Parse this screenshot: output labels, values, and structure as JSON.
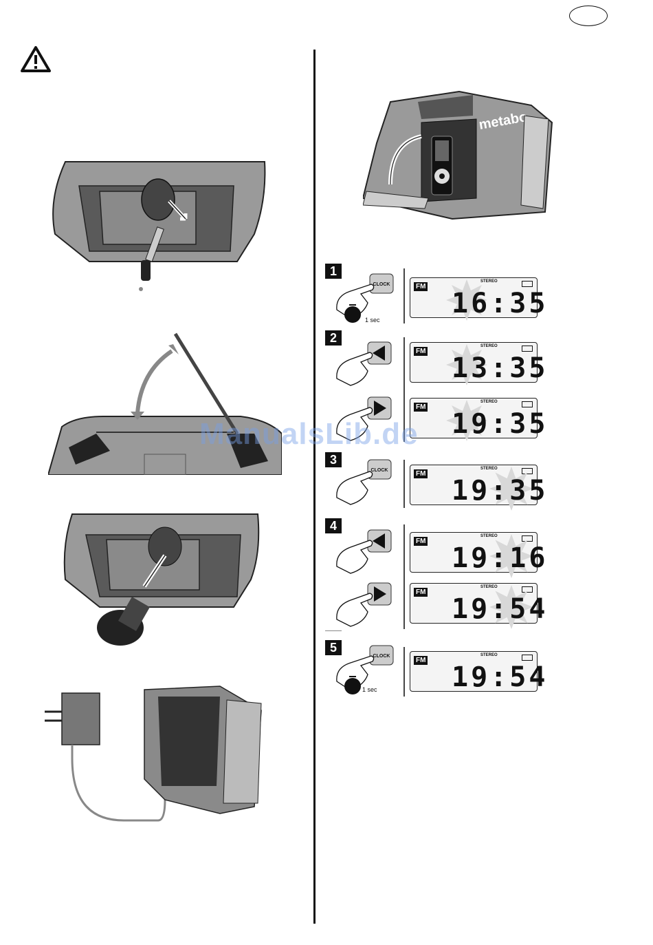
{
  "header": {
    "lang_badge": ""
  },
  "watermark": "ManualsLib.de",
  "steps": [
    {
      "num": "1",
      "button": "CLOCK",
      "duration": "1 sec",
      "displays": [
        {
          "band": "FM",
          "stereo": "STEREO",
          "time": "16:35"
        }
      ]
    },
    {
      "num": "2",
      "button": "◄ / ►",
      "displays": [
        {
          "band": "FM",
          "stereo": "STEREO",
          "time": "13:35"
        },
        {
          "band": "FM",
          "stereo": "STEREO",
          "time": "19:35"
        }
      ]
    },
    {
      "num": "3",
      "button": "CLOCK",
      "displays": [
        {
          "band": "FM",
          "stereo": "STEREO",
          "time": "19:35"
        }
      ]
    },
    {
      "num": "4",
      "button": "◄ / ►",
      "displays": [
        {
          "band": "FM",
          "stereo": "STEREO",
          "time": "19:16"
        },
        {
          "band": "FM",
          "stereo": "STEREO",
          "time": "19:54"
        }
      ]
    },
    {
      "num": "5",
      "button": "CLOCK",
      "duration": "1 sec",
      "displays": [
        {
          "band": "FM",
          "stereo": "STEREO",
          "time": "19:54"
        }
      ]
    }
  ],
  "device_brand": "metabo"
}
